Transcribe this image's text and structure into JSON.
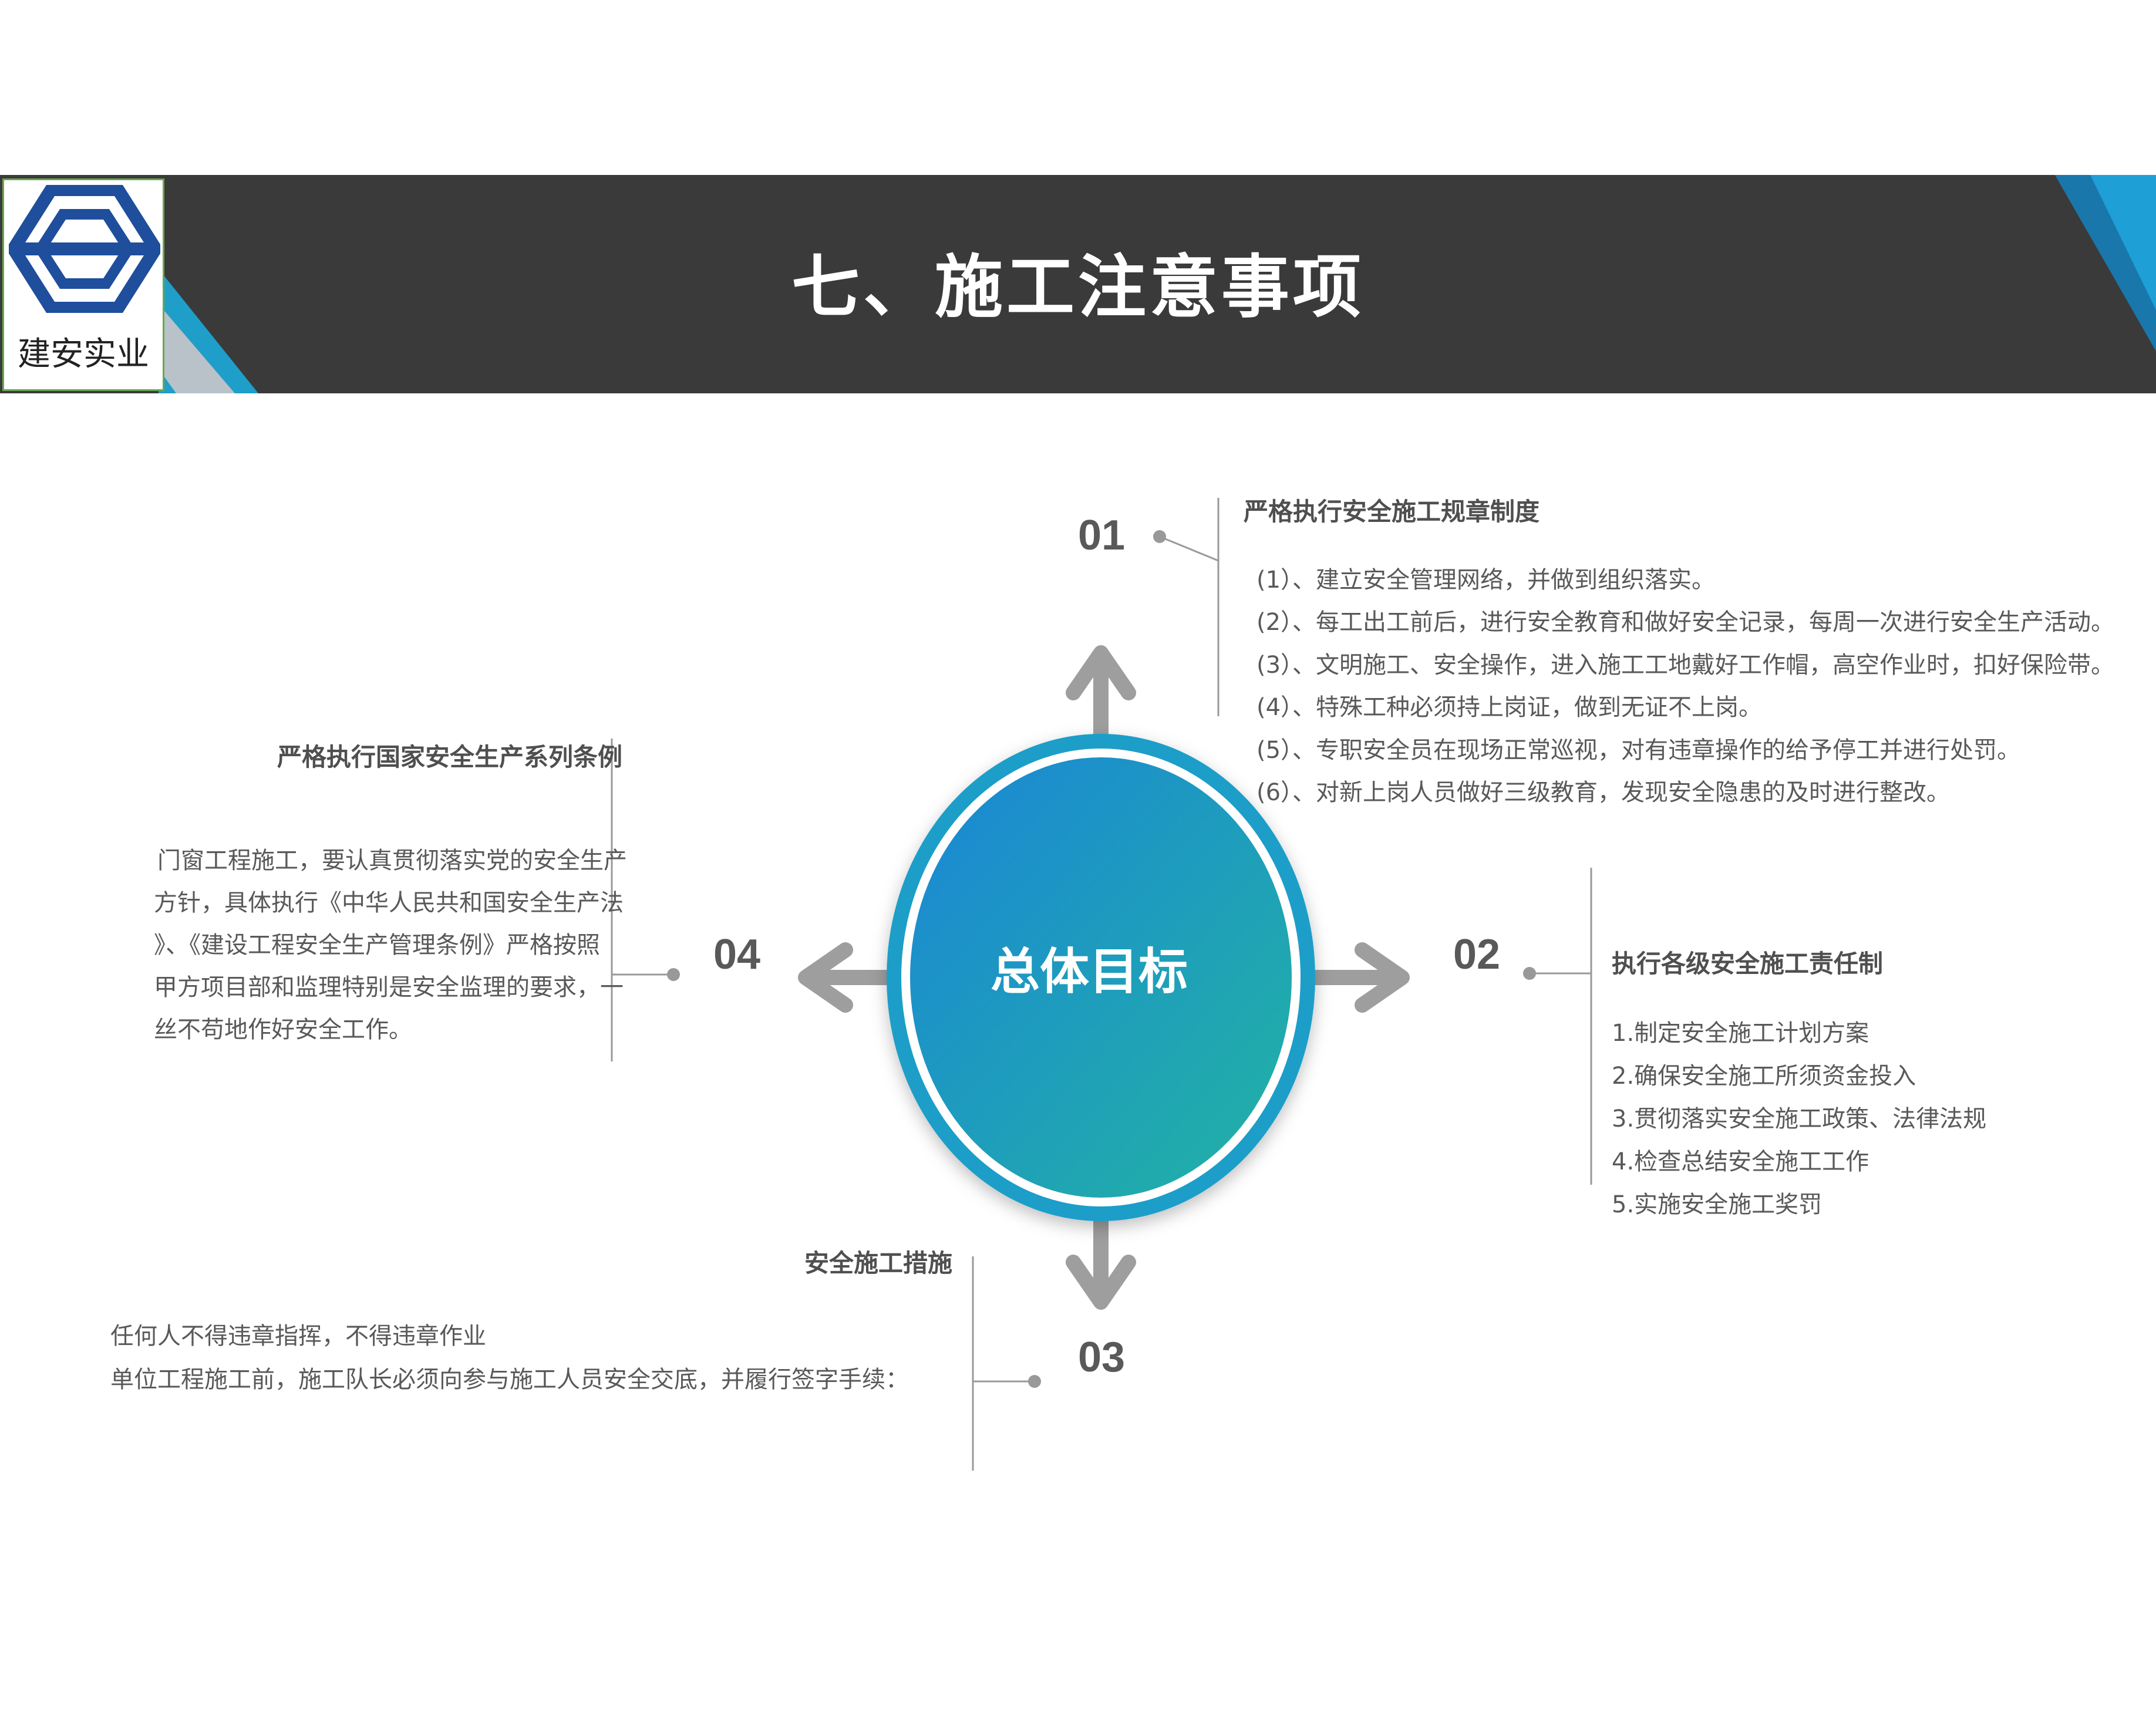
{
  "header": {
    "title": "七、施工注意事项",
    "logo_text": "建安实业",
    "band_color": "#3a3a3a",
    "accent_color": "#1e9fd6"
  },
  "center": {
    "label": "总体目标",
    "gradient_start": "#1a86d6",
    "gradient_end": "#22b3a3",
    "ring_color": "#1f9ec9",
    "arrow_color": "#9e9e9e"
  },
  "sections": {
    "s01": {
      "number": "01",
      "title": "严格执行安全施工规章制度",
      "items": [
        "(1）、建立安全管理网络，并做到组织落实。",
        "(2）、每工出工前后，进行安全教育和做好安全记录，每周一次进行安全生产活动。",
        "(3）、文明施工、安全操作，进入施工工地戴好工作帽，高空作业时，扣好保险带。",
        "(4）、特殊工种必须持上岗证，做到无证不上岗。",
        "(5）、专职安全员在现场正常巡视，对有违章操作的给予停工并进行处罚。",
        "(6）、对新上岗人员做好三级教育，发现安全隐患的及时进行整改。"
      ]
    },
    "s02": {
      "number": "02",
      "title": "执行各级安全施工责任制",
      "items": [
        "1.制定安全施工计划方案",
        "2.确保安全施工所须资金投入",
        "3.贯彻落实安全施工政策、法律法规",
        "4.检查总结安全施工工作",
        "5.实施安全施工奖罚"
      ]
    },
    "s03": {
      "number": "03",
      "title": "安全施工措施",
      "items": [
        "任何人不得违章指挥，不得违章作业",
        "单位工程施工前，施工队长必须向参与施工人员安全交底，并履行签字手续："
      ]
    },
    "s04": {
      "number": "04",
      "title": "严格执行国家安全生产系列条例",
      "lines": [
        "门窗工程施工，要认真贯彻落实党的安全生产",
        "方针，具体执行《中华人民共和国安全生产法",
        "》、《建设工程安全生产管理条例》严格按照",
        "甲方项目部和监理特别是安全监理的要求，一",
        "丝不苟地作好安全工作。"
      ]
    }
  }
}
